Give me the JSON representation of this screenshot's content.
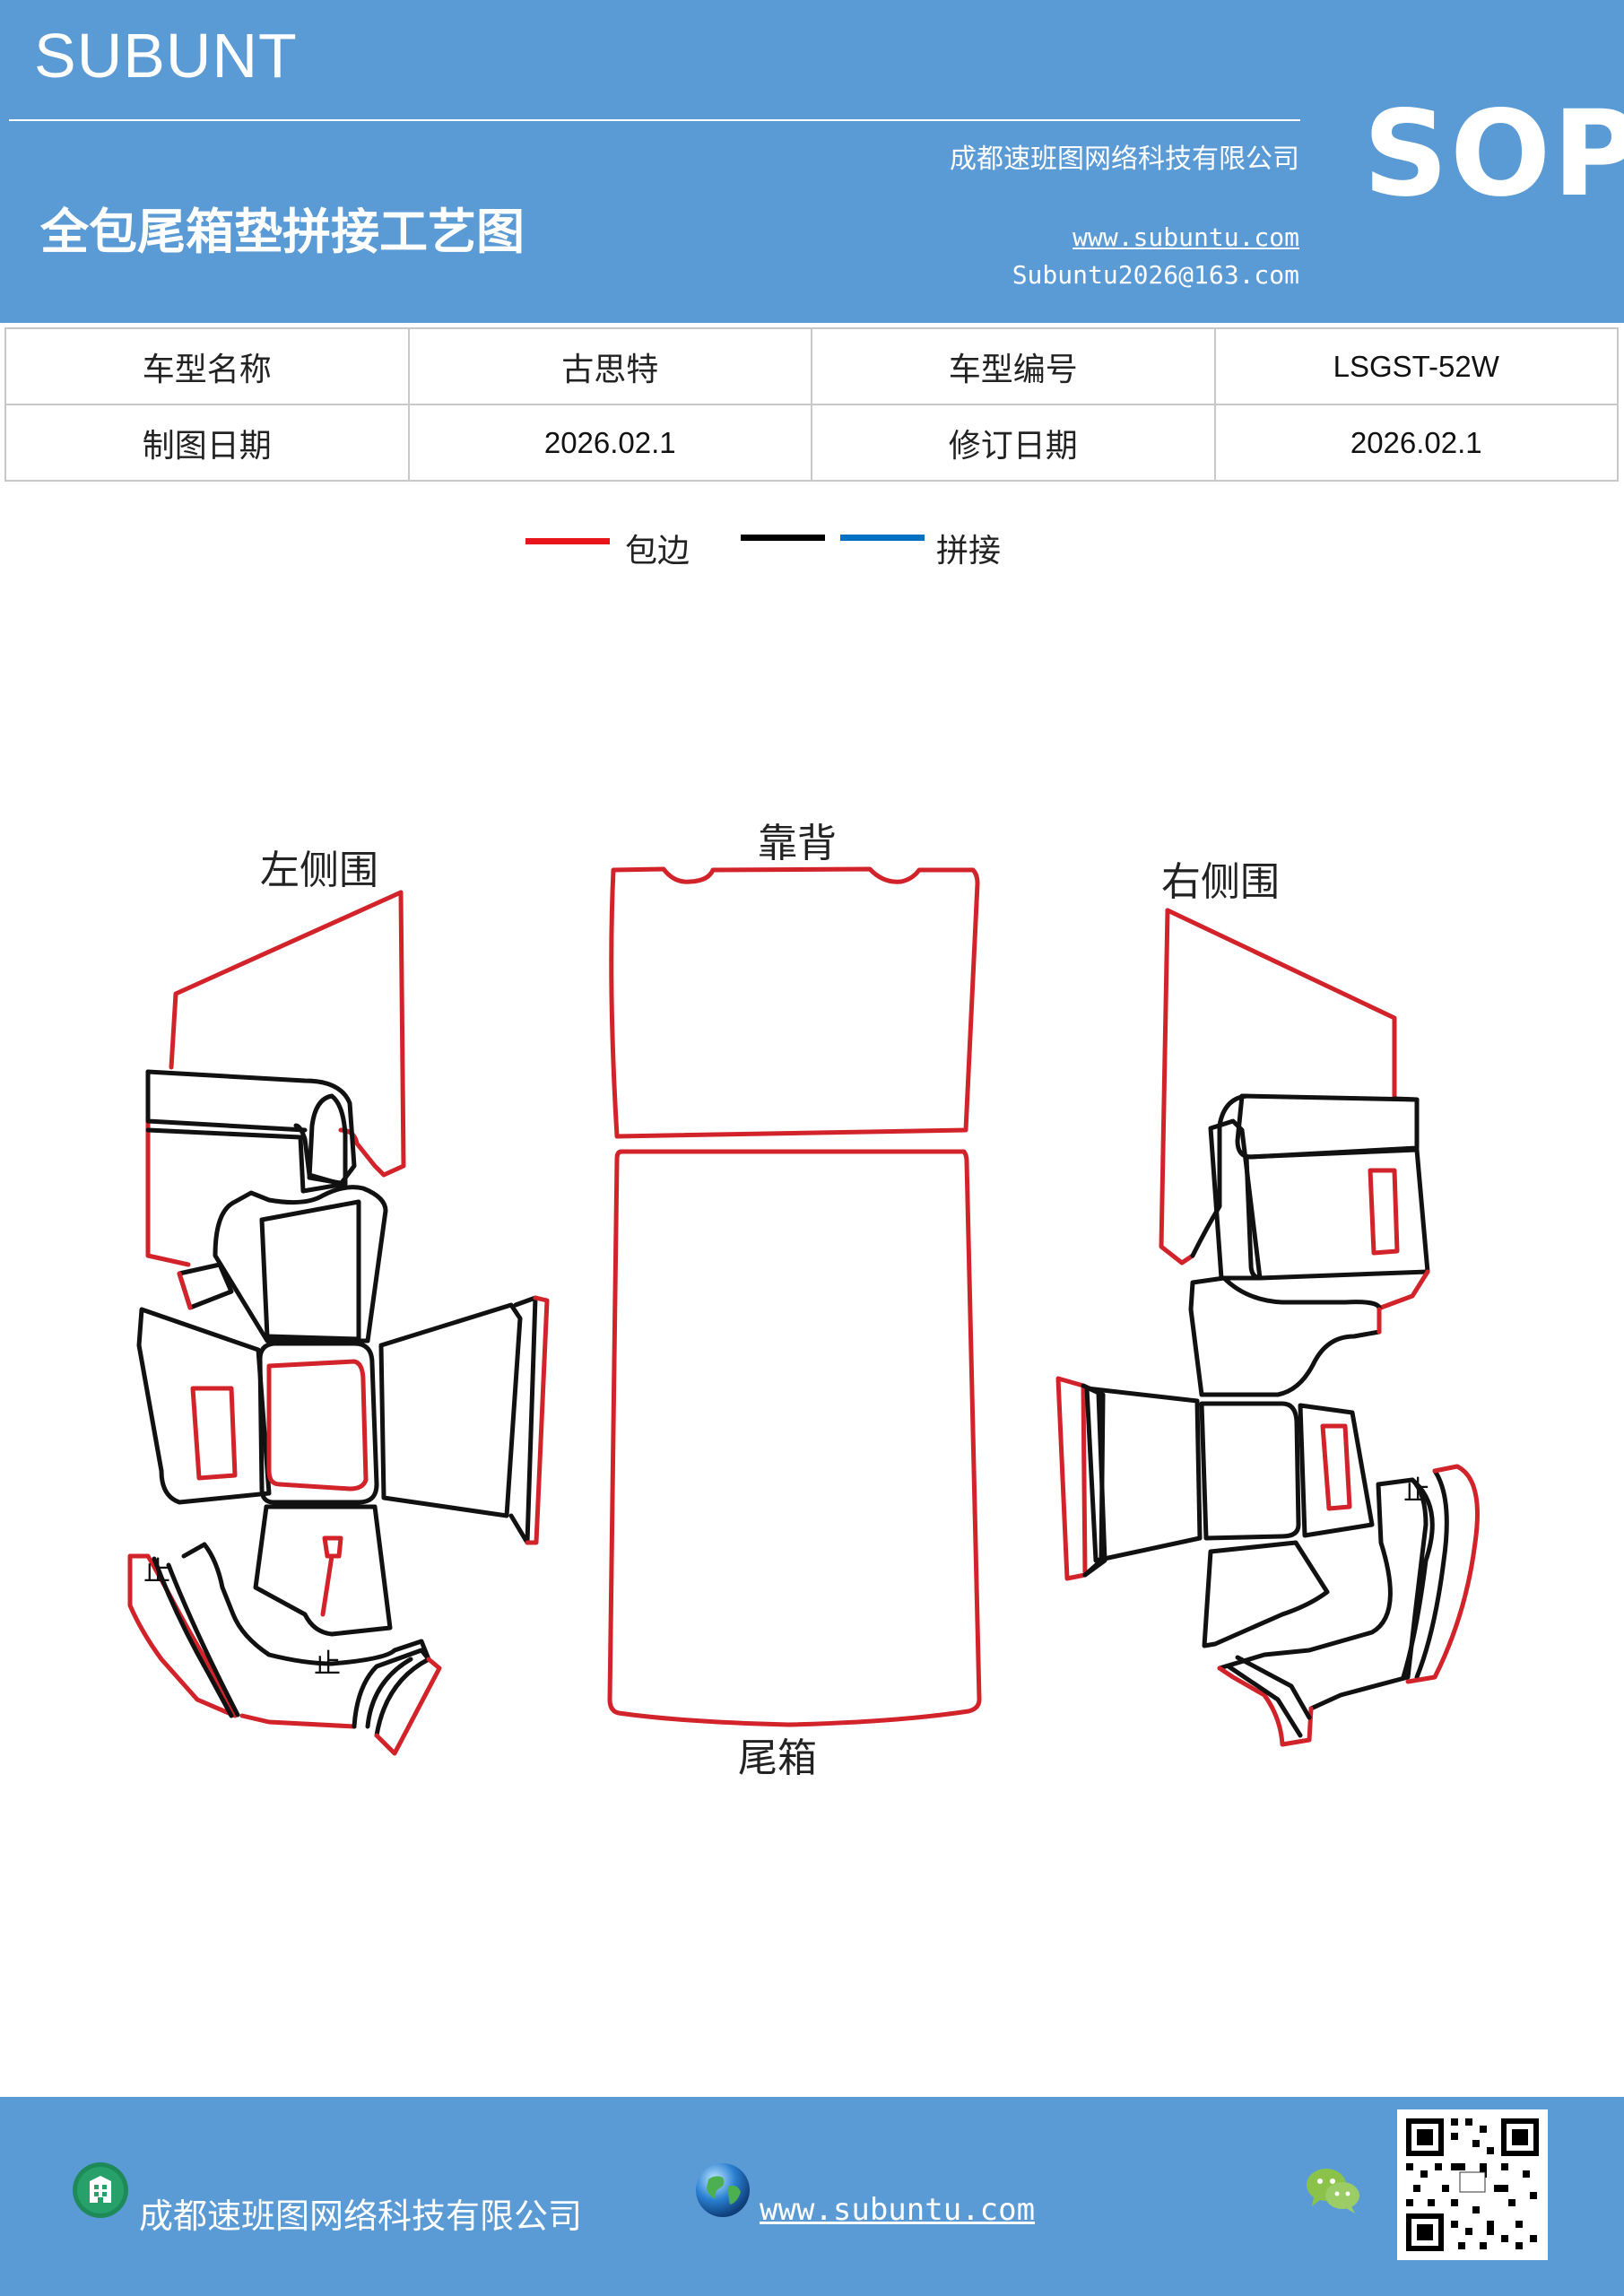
{
  "header": {
    "brand": "SUBUNT",
    "company": "成都速班图网络科技有限公司",
    "title": "全包尾箱垫拼接工艺图",
    "website": "www.subuntu.com",
    "email": "Subuntu2026@163.com",
    "badge": "SOP",
    "bg_color": "#5b9bd5"
  },
  "info_table": {
    "rows": [
      [
        "车型名称",
        "古思特",
        "车型编号",
        "LSGST-52W"
      ],
      [
        "制图日期",
        "2026.02.1",
        "修订日期",
        "2026.02.1"
      ]
    ]
  },
  "legend": {
    "items": [
      {
        "label": "包边",
        "color": "#e8141a"
      },
      {
        "label": "",
        "color": "#000000"
      },
      {
        "label": "拼接",
        "color": "#0070c0"
      }
    ]
  },
  "diagram": {
    "parts": {
      "left": "左侧围",
      "back": "靠背",
      "right": "右侧围",
      "trunk": "尾箱"
    },
    "stop_mark": "止",
    "colors": {
      "edge": "#d2232a",
      "seam": "#111111"
    }
  },
  "footer": {
    "company": "成都速班图网络科技有限公司",
    "website": "www.subuntu.com",
    "icons": [
      "building-icon",
      "globe-icon",
      "wechat-icon",
      "qr-code"
    ]
  }
}
